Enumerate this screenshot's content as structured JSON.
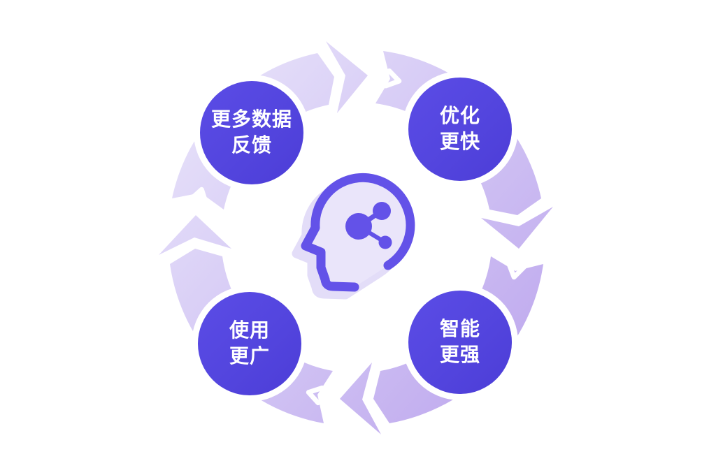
{
  "diagram": {
    "type": "cycle",
    "direction": "clockwise",
    "nodes": [
      {
        "position": "top-left",
        "label_line1": "更多数据",
        "label_line2": "反馈"
      },
      {
        "position": "top-right",
        "label_line1": "优化",
        "label_line2": "更快"
      },
      {
        "position": "bottom-right",
        "label_line1": "智能",
        "label_line2": "更强"
      },
      {
        "position": "bottom-left",
        "label_line1": "使用",
        "label_line2": "更广"
      }
    ],
    "center_icon": "ai-head-profile-with-network-nodes",
    "flow_markers": [
      "chevron-right",
      "chevron-down",
      "chevron-left",
      "chevron-up"
    ],
    "colors": {
      "node_fill": "#5546E0",
      "node_text": "#FFFFFF",
      "arrow_light": "#E8E3FA",
      "arrow_dark": "#BCA5ED",
      "icon_stroke": "#6352E8",
      "icon_fill": "#E3DDF8",
      "background": "#FFFFFF"
    }
  }
}
